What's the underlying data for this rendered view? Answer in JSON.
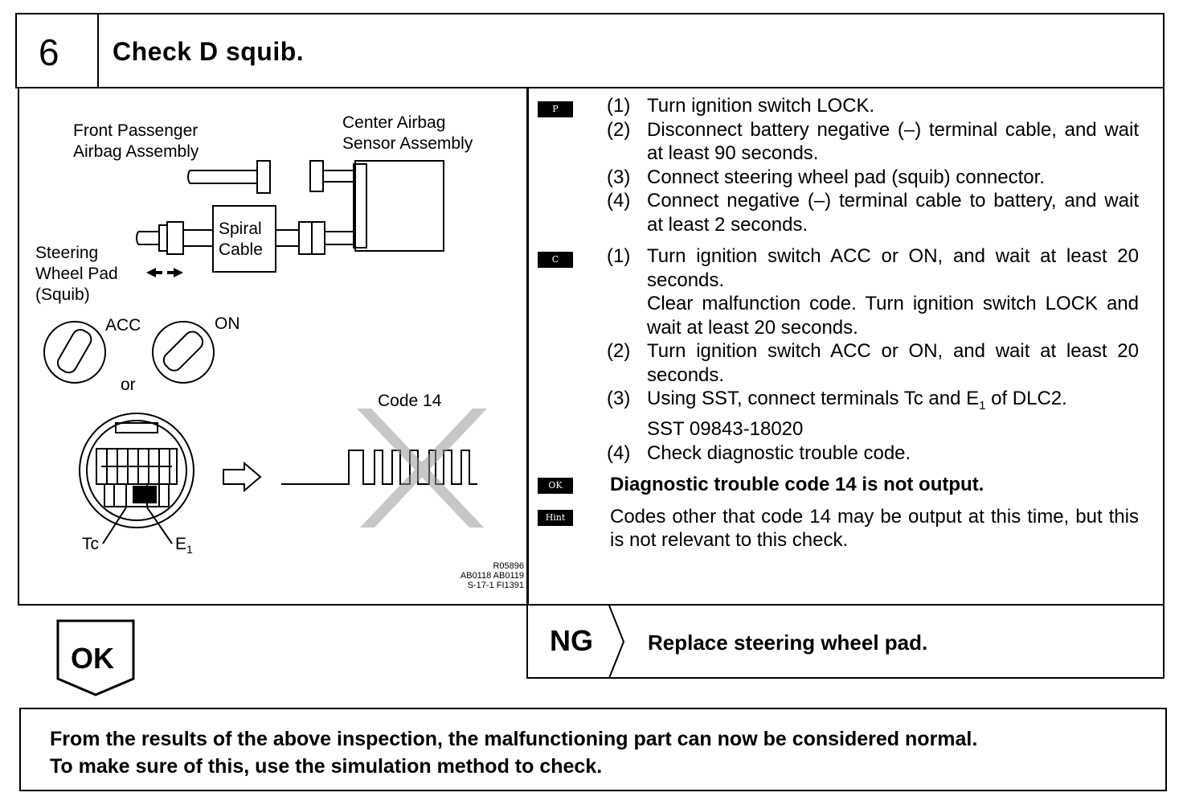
{
  "step": {
    "number": "6",
    "title": "Check D squib."
  },
  "diagram": {
    "front_passenger": [
      "Front Passenger",
      "Airbag Assembly"
    ],
    "center_sensor": [
      "Center Airbag",
      "Sensor Assembly"
    ],
    "spiral_cable": [
      "Spiral",
      "Cable"
    ],
    "steering_wheel": [
      "Steering",
      "Wheel Pad",
      "(Squib)"
    ],
    "acc": "ACC",
    "on": "ON",
    "or": "or",
    "code_label": "Code 14",
    "tc": "Tc",
    "e1": "E",
    "e1_sub": "1",
    "ref_codes": [
      "R05896",
      "AB0118 AB0119",
      "S-17-1 FI1391"
    ]
  },
  "badges": {
    "p": "P",
    "c": "C",
    "ok": "OK",
    "hint": "Hint"
  },
  "p_steps": [
    {
      "num": "(1)",
      "text": "Turn ignition switch LOCK."
    },
    {
      "num": "(2)",
      "text": "Disconnect battery negative (–) terminal cable, and wait at least 90 seconds."
    },
    {
      "num": "(3)",
      "text": "Connect steering wheel pad (squib) connector."
    },
    {
      "num": "(4)",
      "text": "Connect negative (–) terminal cable to battery, and wait at least 2 seconds."
    }
  ],
  "c_steps": [
    {
      "num": "(1)",
      "text": "Turn ignition switch ACC or ON, and wait at least 20 seconds.",
      "extra": "Clear malfunction code. Turn ignition switch LOCK and wait at least 20 seconds."
    },
    {
      "num": "(2)",
      "text": "Turn ignition switch ACC or ON, and wait at least 20 seconds."
    },
    {
      "num": "(3)",
      "text_a": "Using SST, connect terminals Tc and E",
      "text_sub": "1",
      "text_b": " of DLC2.",
      "extra": "SST 09843-18020"
    },
    {
      "num": "(4)",
      "text": "Check diagnostic trouble code."
    }
  ],
  "ok_text": "Diagnostic trouble code 14 is not output.",
  "hint_text": "Codes other that code 14 may be output at this time, but this is not relevant to this check.",
  "ok_arrow": "OK",
  "ng": {
    "label": "NG",
    "text": "Replace steering wheel pad."
  },
  "conclusion": [
    "From the results of the above inspection, the malfunctioning part can now be considered normal.",
    "To make sure of this, use the simulation method to check."
  ]
}
